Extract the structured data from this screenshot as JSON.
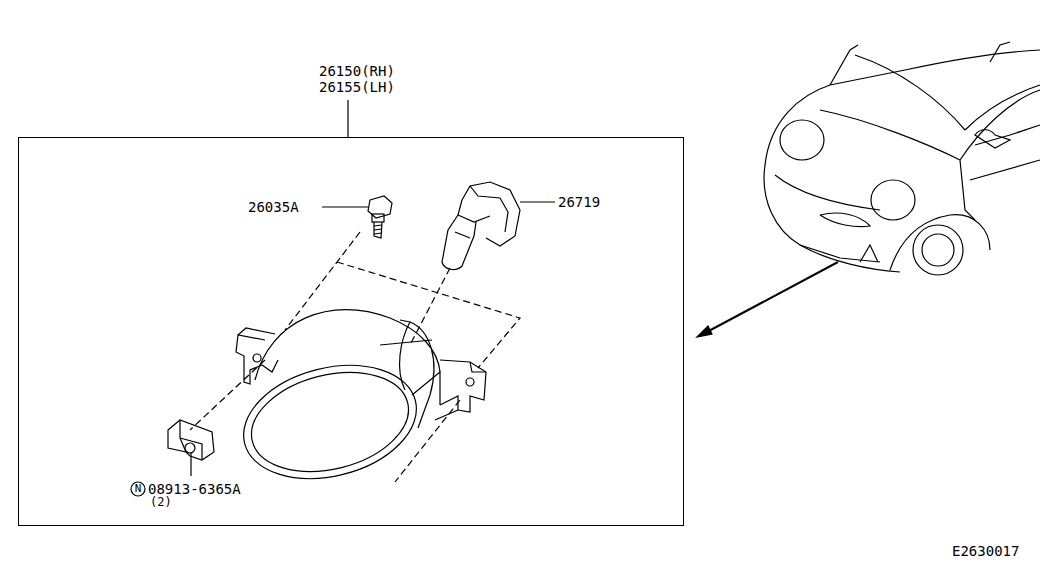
{
  "diagram": {
    "nodes": [
      {
        "text": [
          "26150(RH) 26155(LH)"
        ]
      }
    ],
    "labels": [
      "26035A",
      "26719",
      "N",
      "08913-6365A",
      "(2)",
      "E2630017"
    ]
  }
}
